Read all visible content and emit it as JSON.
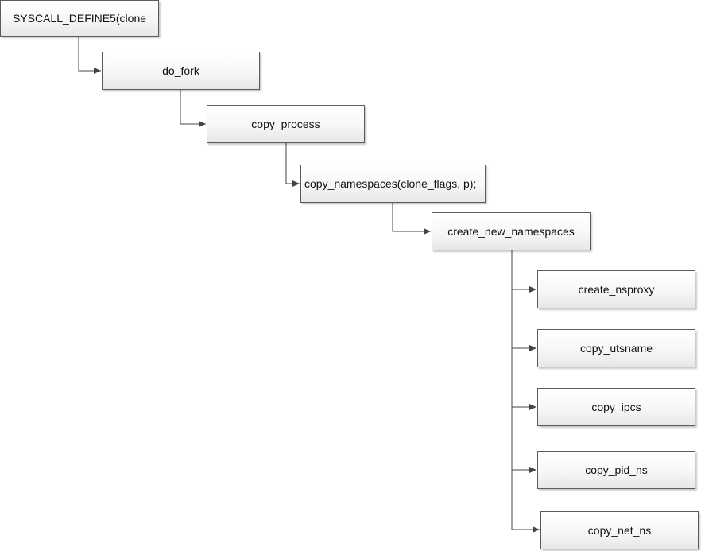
{
  "diagram": {
    "nodes": [
      {
        "id": "syscall_define5",
        "label": "SYSCALL_DEFINE5(clone"
      },
      {
        "id": "do_fork",
        "label": "do_fork"
      },
      {
        "id": "copy_process",
        "label": "copy_process"
      },
      {
        "id": "copy_namespaces",
        "label": "copy_namespaces(clone_flags, p);"
      },
      {
        "id": "create_new_namespaces",
        "label": "create_new_namespaces"
      },
      {
        "id": "create_nsproxy",
        "label": "create_nsproxy"
      },
      {
        "id": "copy_utsname",
        "label": "copy_utsname"
      },
      {
        "id": "copy_ipcs",
        "label": "copy_ipcs"
      },
      {
        "id": "copy_pid_ns",
        "label": "copy_pid_ns"
      },
      {
        "id": "copy_net_ns",
        "label": "copy_net_ns"
      }
    ],
    "edges": [
      {
        "from": "syscall_define5",
        "to": "do_fork"
      },
      {
        "from": "do_fork",
        "to": "copy_process"
      },
      {
        "from": "copy_process",
        "to": "copy_namespaces"
      },
      {
        "from": "copy_namespaces",
        "to": "create_new_namespaces"
      },
      {
        "from": "create_new_namespaces",
        "to": "create_nsproxy"
      },
      {
        "from": "create_new_namespaces",
        "to": "copy_utsname"
      },
      {
        "from": "create_new_namespaces",
        "to": "copy_ipcs"
      },
      {
        "from": "create_new_namespaces",
        "to": "copy_pid_ns"
      },
      {
        "from": "create_new_namespaces",
        "to": "copy_net_ns"
      }
    ]
  }
}
